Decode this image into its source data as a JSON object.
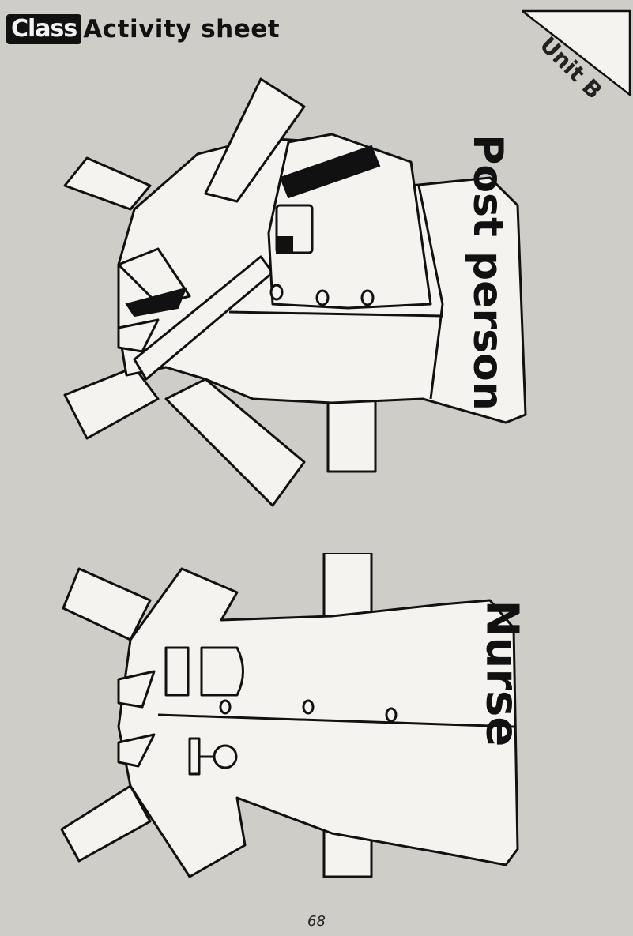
{
  "header": {
    "badge": "Class",
    "title": "Activity sheet"
  },
  "unit_tab": {
    "label": "Unit B"
  },
  "costumes": [
    {
      "label": "Post person"
    },
    {
      "label": "Nurse"
    }
  ],
  "footer": {
    "page_number": "68"
  }
}
